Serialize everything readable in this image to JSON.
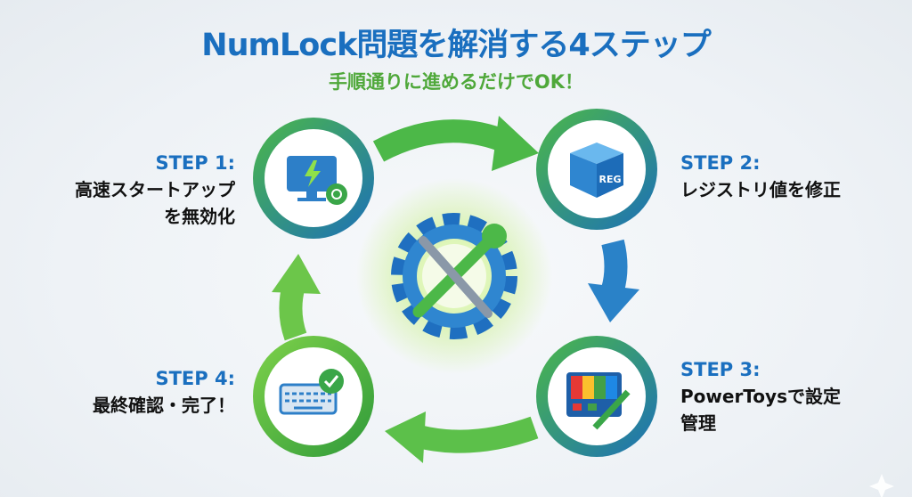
{
  "title": "NumLock問題を解消する4ステップ",
  "subtitle": "手順通りに進めるだけでOK！",
  "steps": [
    {
      "label": "STEP 1:",
      "lines": [
        "高速スタートアップ",
        "を無効化"
      ],
      "icon": "monitor-power-icon"
    },
    {
      "label": "STEP 2:",
      "lines": [
        "レジストリ値を修正"
      ],
      "icon": "registry-cube-icon",
      "icon_text": "REG"
    },
    {
      "label": "STEP 3:",
      "lines": [
        "PowerToysで設定",
        "管理"
      ],
      "icon": "powertoys-icon"
    },
    {
      "label": "STEP 4:",
      "lines": [
        "最終確認・完了！"
      ],
      "icon": "keyboard-check-icon"
    }
  ],
  "center_icon": "gear-wrench-icon",
  "colors": {
    "blue": "#1a6fbf",
    "green": "#4fa83a"
  }
}
